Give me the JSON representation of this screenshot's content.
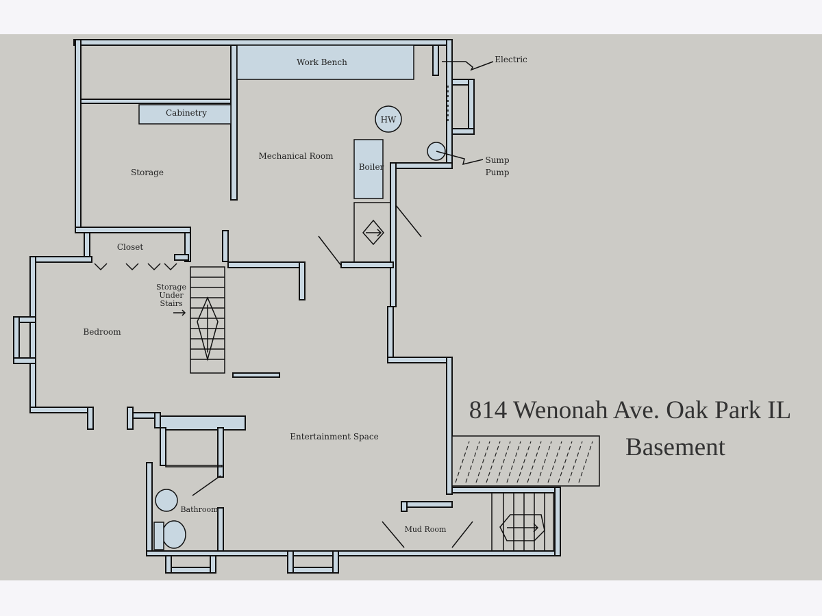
{
  "title": {
    "line1": "814 Wenonah Ave. Oak Park IL",
    "line2": "Basement"
  },
  "rooms": {
    "work_bench": "Work Bench",
    "cabinetry": "Cabinetry",
    "storage": "Storage",
    "mechanical_room": "Mechanical Room",
    "hw": "HW",
    "boiler": "Boiler",
    "electric": "Electric",
    "sump_pump": [
      "Sump",
      "Pump"
    ],
    "closet": "Closet",
    "storage_under_stairs": [
      "Storage",
      "Under",
      "Stairs"
    ],
    "bedroom": "Bedroom",
    "entertainment_space": "Entertainment Space",
    "bathroom": "Bathroom",
    "mud_room": "Mud Room"
  },
  "colors": {
    "background": "#cccbc6",
    "wall": "#c8d7e1",
    "line": "#111111"
  }
}
